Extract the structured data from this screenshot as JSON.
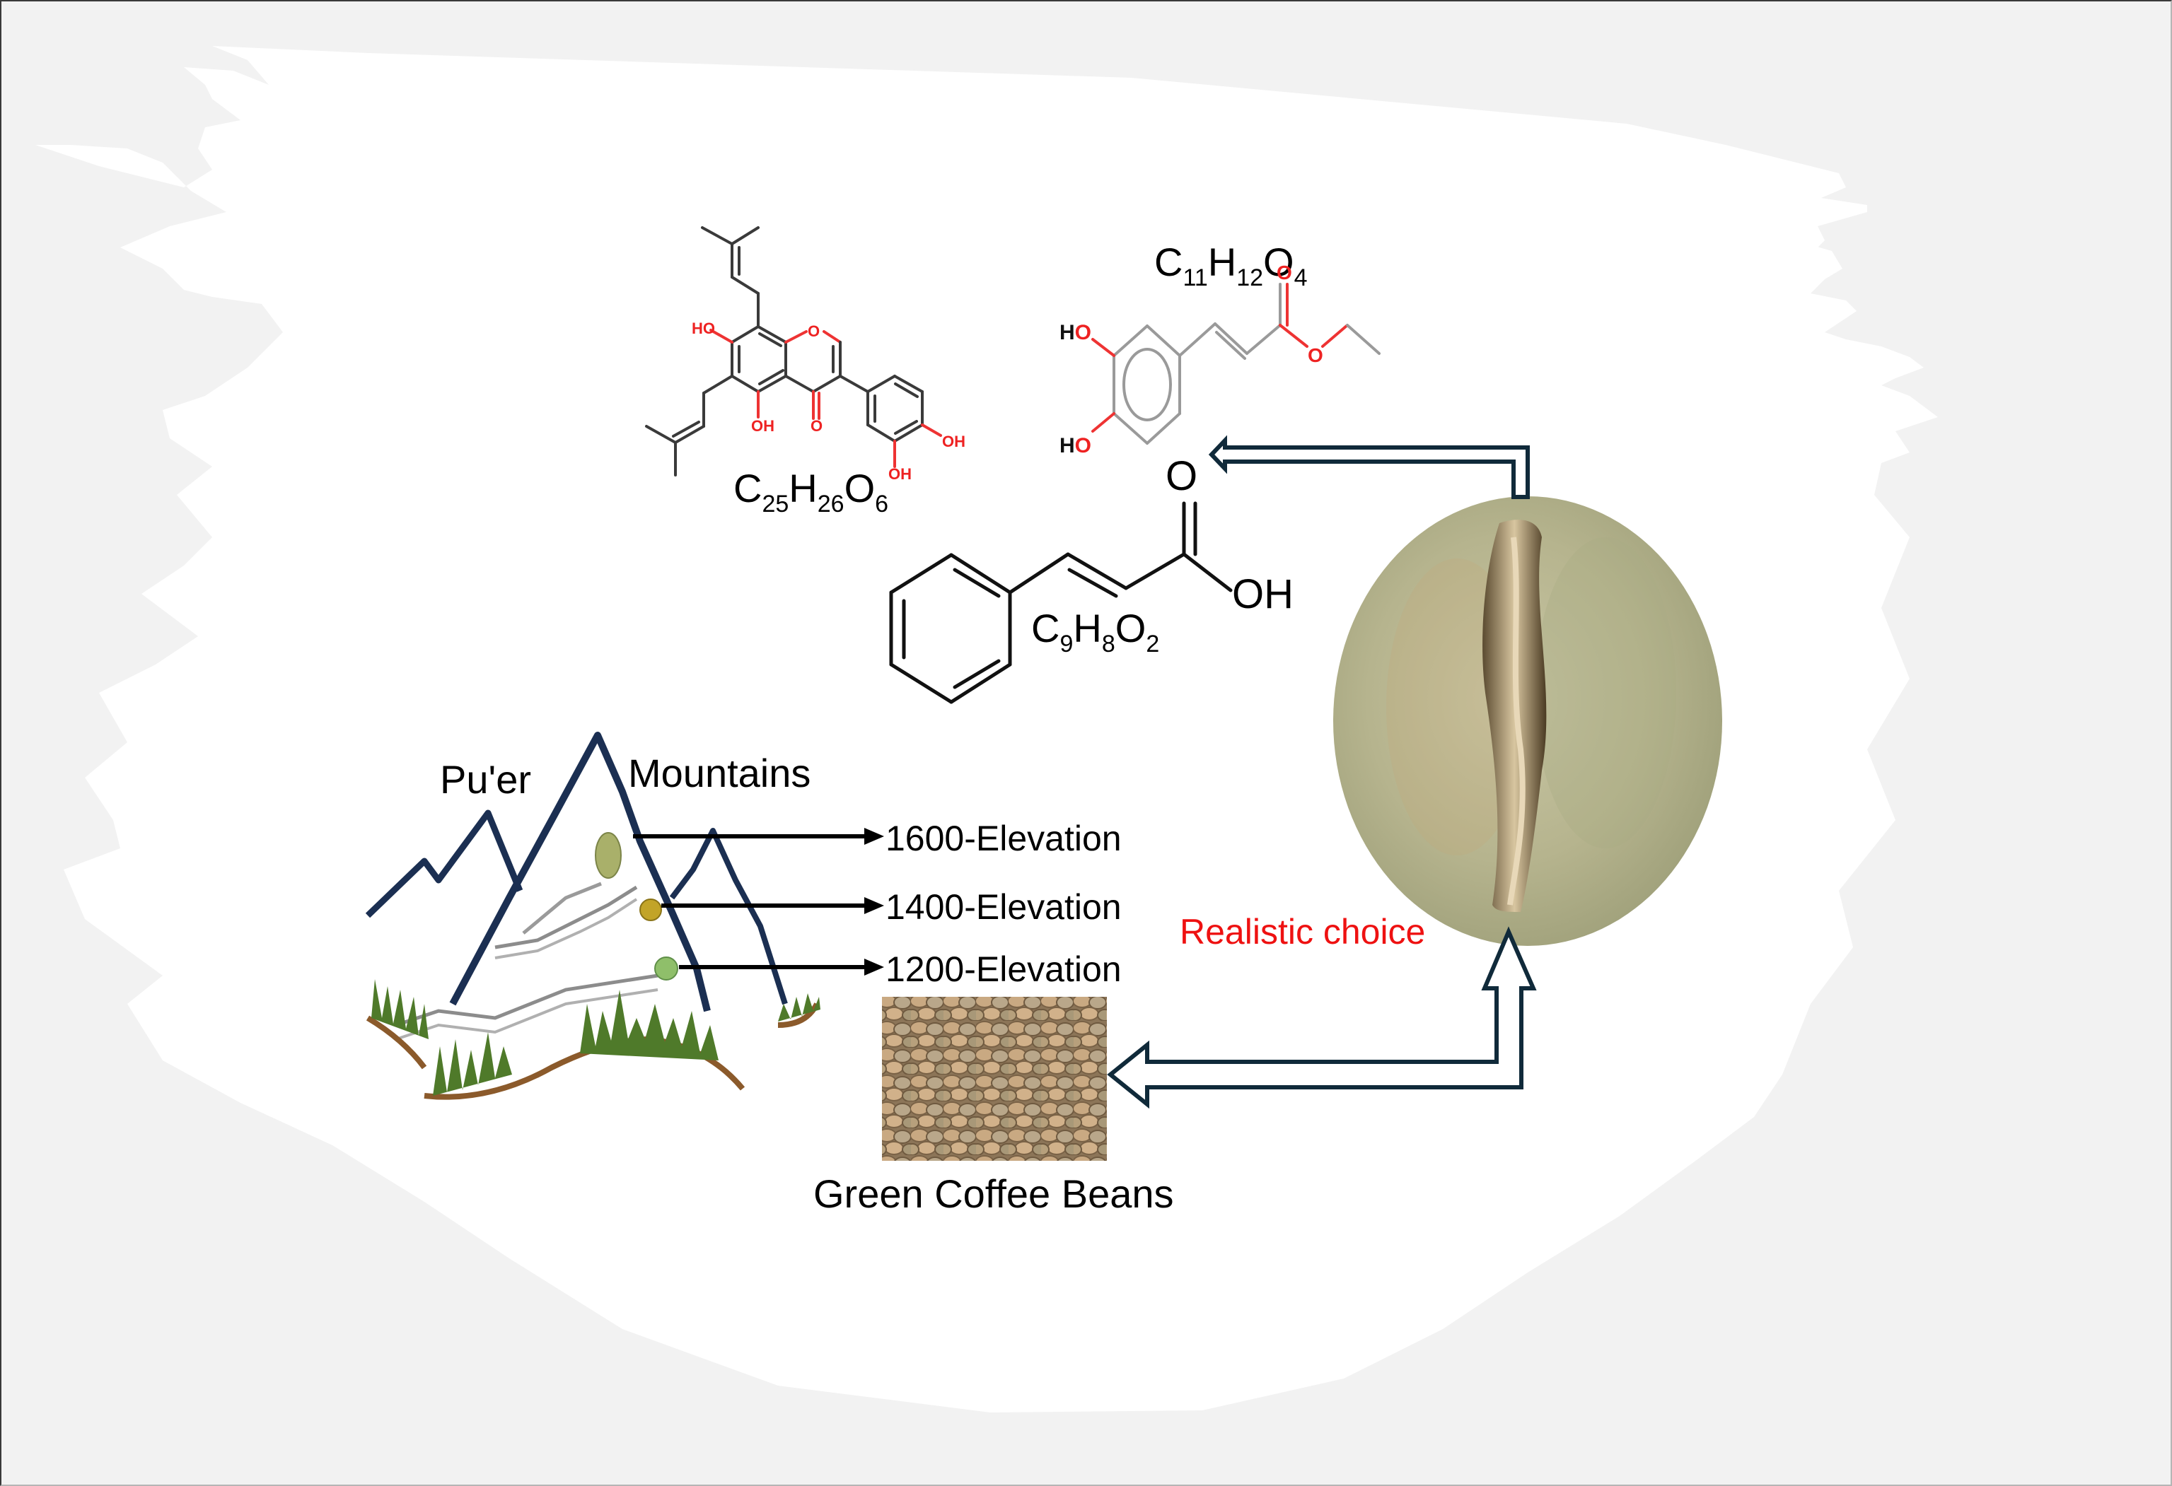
{
  "figure": {
    "title": "Green coffee beans from Pu'er Mountains and their compounds",
    "colors": {
      "background": "#f2f2f2",
      "brush": "#ffffff",
      "text": "#000000",
      "highlight_text": "#ee1111",
      "arrow_outline": "#102a3a",
      "mountain_outline": "#1b2f52",
      "grass": "#4f7a2a",
      "soil": "#8b5a2b",
      "bean_green": "#b9b98a"
    }
  },
  "compounds": [
    {
      "id": "compound-1",
      "formula_parts": [
        {
          "t": "C"
        },
        {
          "sub": "25"
        },
        {
          "t": "H"
        },
        {
          "sub": "26"
        },
        {
          "t": "O"
        },
        {
          "sub": "6"
        }
      ],
      "formula_text": "C25H26O6",
      "atom_labels": [
        "HO",
        "O",
        "OH",
        "O",
        "OH",
        "OH"
      ]
    },
    {
      "id": "compound-2",
      "formula_parts": [
        {
          "t": "C"
        },
        {
          "sub": "11"
        },
        {
          "t": "H"
        },
        {
          "sub": "12"
        },
        {
          "t": "O"
        },
        {
          "sub": "4"
        }
      ],
      "formula_text": "C11H12O4",
      "atom_labels": [
        "HO",
        "HO",
        "O",
        "O"
      ]
    },
    {
      "id": "compound-3",
      "formula_parts": [
        {
          "t": "C"
        },
        {
          "sub": "9"
        },
        {
          "t": "H"
        },
        {
          "sub": "8"
        },
        {
          "t": "O"
        },
        {
          "sub": "2"
        }
      ],
      "formula_text": "C9H8O2",
      "atom_labels": [
        "O",
        "OH"
      ]
    }
  ],
  "mountains": {
    "label_left": "Pu'er",
    "label_right": "Mountains",
    "elevations": [
      {
        "label": "1600-Elevation",
        "bean_color": "#a9b06a"
      },
      {
        "label": "1400-Elevation",
        "bean_color": "#c2a428"
      },
      {
        "label": "1200-Elevation",
        "bean_color": "#8fbf6a"
      }
    ]
  },
  "green_beans_photo": {
    "caption": "Green Coffee Beans"
  },
  "single_bean": {
    "annotation": "Realistic choice"
  },
  "arrows": [
    {
      "from": "single-bean",
      "to": "compounds",
      "style": "hollow-double"
    },
    {
      "from": "single-bean",
      "to": "green-beans-photo",
      "style": "hollow-double-bidirectional"
    }
  ]
}
